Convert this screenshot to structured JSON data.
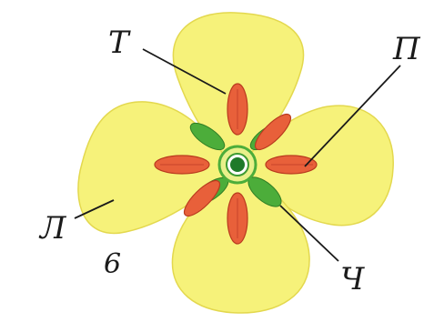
{
  "labels": {
    "t": "Т",
    "p": "П",
    "l": "Л",
    "ch": "Ч",
    "fig": "6"
  },
  "colors": {
    "petal": "#f6f27a",
    "petal_edge": "#e3d84e",
    "stamen": "#e8603a",
    "stamen_edge": "#b93a1e",
    "sepal": "#4cad3a",
    "pistil_ring": "#e8f08a",
    "pistil_core": "#1e7a2a"
  }
}
